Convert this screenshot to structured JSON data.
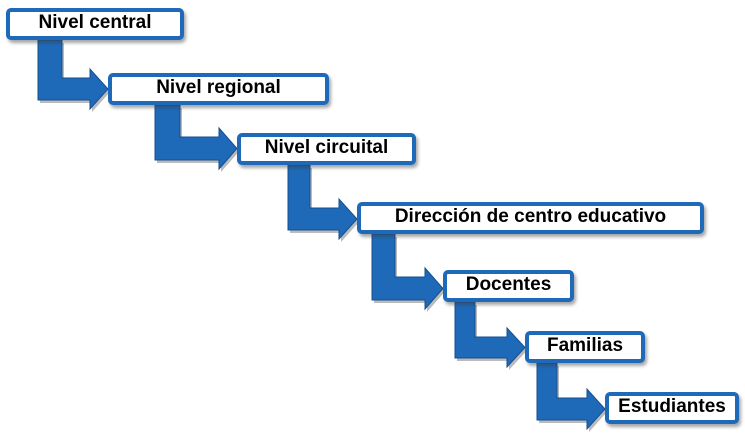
{
  "diagram": {
    "levels": [
      {
        "label": "Nivel central"
      },
      {
        "label": "Nivel regional"
      },
      {
        "label": "Nivel circuital"
      },
      {
        "label": "Dirección de centro educativo"
      },
      {
        "label": "Docentes"
      },
      {
        "label": "Familias"
      },
      {
        "label": "Estudiantes"
      }
    ],
    "colors": {
      "box_border": "#1f69b9",
      "arrow_fill": "#1f69b9",
      "arrow_shade": "#154f8f",
      "text": "#000000",
      "background": "#ffffff"
    },
    "connector_icon": "bent-down-right-arrow-icon"
  }
}
